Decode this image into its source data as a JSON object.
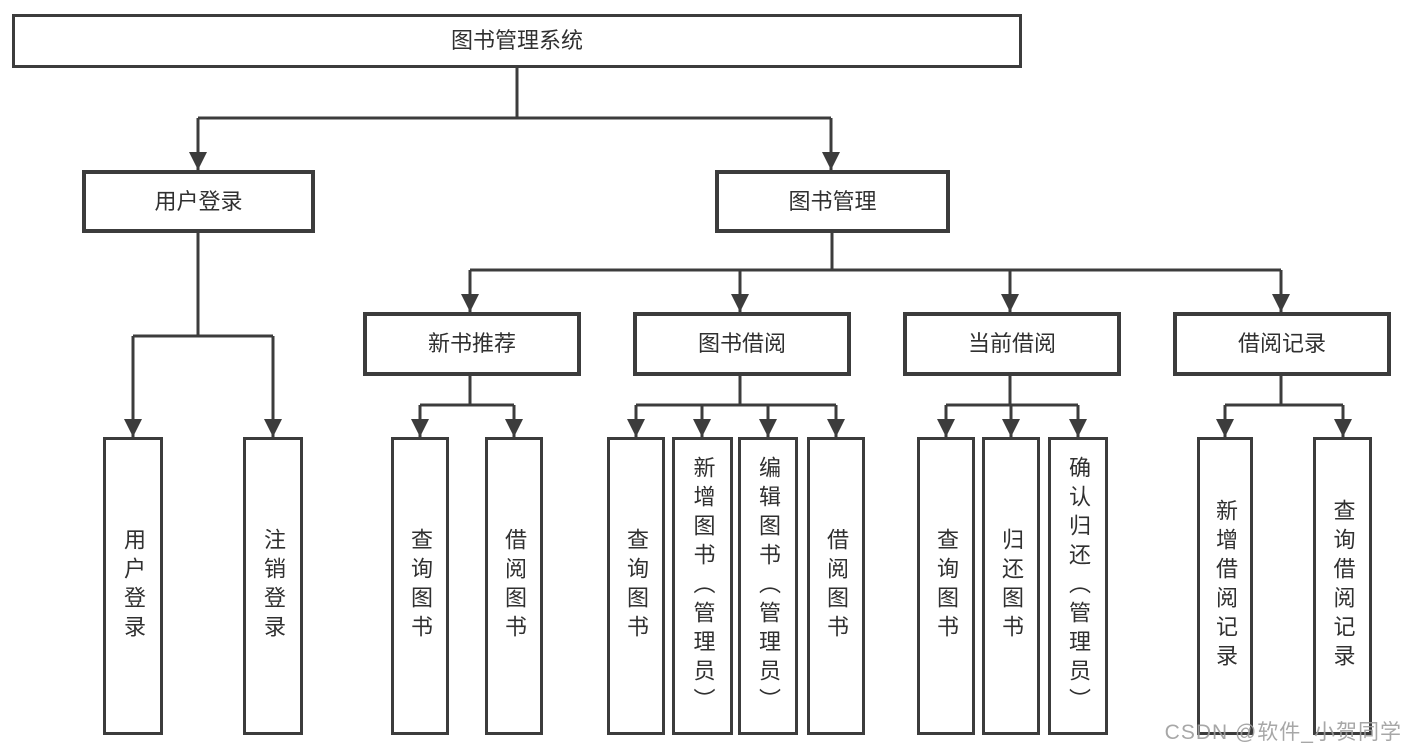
{
  "root": {
    "label": "图书管理系统"
  },
  "level2": [
    {
      "label": "用户登录"
    },
    {
      "label": "图书管理"
    }
  ],
  "level3": [
    {
      "label": "新书推荐"
    },
    {
      "label": "图书借阅"
    },
    {
      "label": "当前借阅"
    },
    {
      "label": "借阅记录"
    }
  ],
  "leaves": [
    {
      "label": "用户登录"
    },
    {
      "label": "注销登录"
    },
    {
      "label": "查询图书"
    },
    {
      "label": "借阅图书"
    },
    {
      "label": "查询图书"
    },
    {
      "label": "新增图书（管理员）"
    },
    {
      "label": "编辑图书（管理员）"
    },
    {
      "label": "借阅图书"
    },
    {
      "label": "查询图书"
    },
    {
      "label": "归还图书"
    },
    {
      "label": "确认归还（管理员）"
    },
    {
      "label": "新增借阅记录"
    },
    {
      "label": "查询借阅记录"
    }
  ],
  "watermark": {
    "text": "CSDN @软件_小贺同学"
  },
  "colors": {
    "line": "#3c3c3c",
    "text": "#303030",
    "watermark": "#9e9e9e",
    "background": "#ffffff"
  }
}
